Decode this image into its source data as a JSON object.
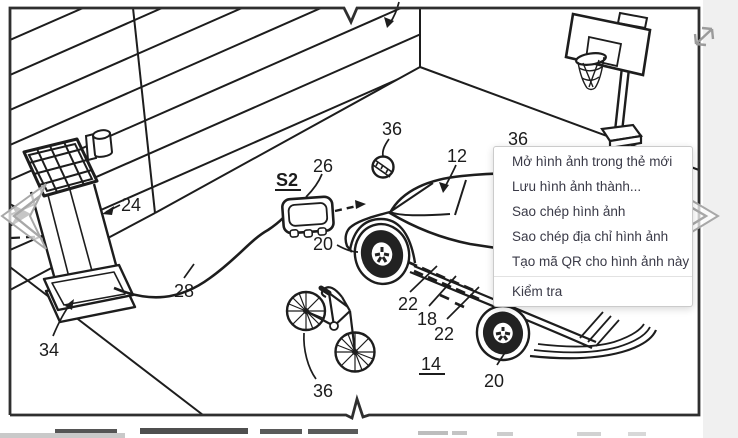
{
  "figure": {
    "labels": {
      "ref_24": "24",
      "ref_34": "34",
      "ref_28": "28",
      "ref_s2": "S2",
      "ref_26": "26",
      "ref_36_ball": "36",
      "ref_36_court": "36",
      "ref_36_bike": "36",
      "ref_12": "12",
      "ref_20_front": "20",
      "ref_22_a": "22",
      "ref_18": "18",
      "ref_22_b": "22",
      "ref_14": "14",
      "ref_20_rear": "20"
    }
  },
  "context_menu": {
    "items": [
      {
        "label": "Mở hình ảnh trong thẻ mới"
      },
      {
        "label": "Lưu hình ảnh thành..."
      },
      {
        "label": "Sao chép hình ảnh"
      },
      {
        "label": "Sao chép địa chỉ hình ảnh"
      },
      {
        "label": "Tạo mã QR cho hình ảnh này"
      },
      {
        "label": "Kiểm tra"
      }
    ]
  },
  "colors": {
    "line_art": "#1d1d1d",
    "figure_border": "#2f2f2f",
    "menu_background": "#ffffff",
    "menu_border": "#cbcbcb",
    "menu_text": "#3a3a47",
    "carousel_arrow_grey": "#a8a8a8",
    "page_side_band": "#f0f0f0"
  }
}
